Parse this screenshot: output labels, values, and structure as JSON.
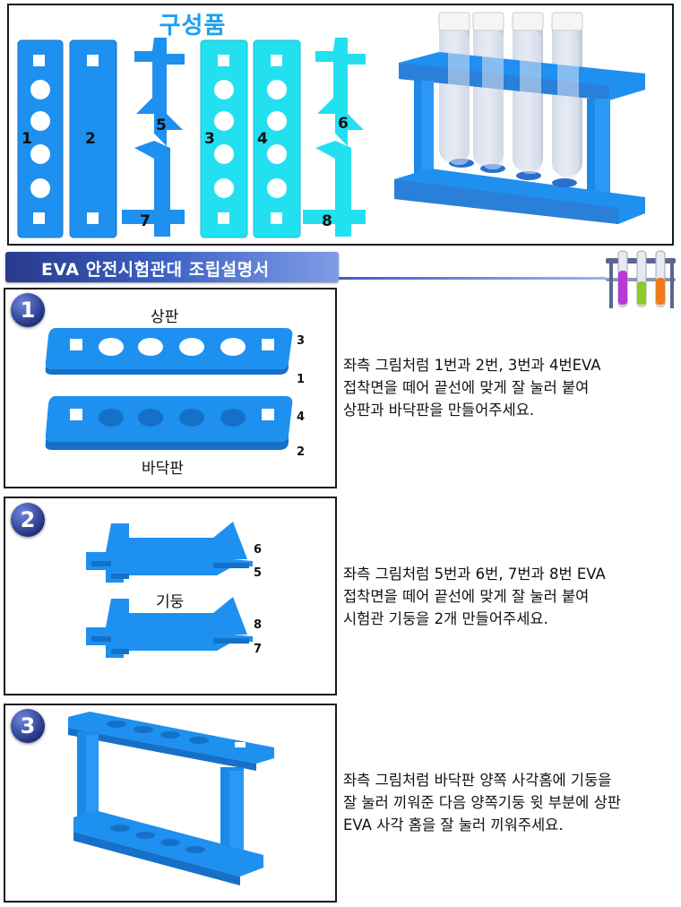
{
  "components": {
    "title": "구성품",
    "part_labels": [
      "1",
      "2",
      "3",
      "4",
      "5",
      "6",
      "7",
      "8"
    ]
  },
  "banner": {
    "title": "EVA 안전시험관대 조립설명서"
  },
  "steps": [
    {
      "number": "1",
      "labels": {
        "top": "상판",
        "bottom": "바닥판"
      },
      "piece_numbers": [
        "3",
        "1",
        "4",
        "2"
      ],
      "description": [
        "좌측 그림처럼 1번과 2번, 3번과 4번EVA",
        "접착면을 떼어 끝선에 맞게 잘 눌러 붙여",
        "상판과 바닥판을 만들어주세요."
      ]
    },
    {
      "number": "2",
      "labels": {
        "middle": "기둥"
      },
      "piece_numbers": [
        "6",
        "5",
        "8",
        "7"
      ],
      "description": [
        "좌측 그림처럼 5번과 6번, 7번과 8번 EVA",
        "접착면을 떼어 끝선에 맞게 잘 눌러 붙여",
        "시험관 기둥을 2개 만들어주세요."
      ]
    },
    {
      "number": "3",
      "description": [
        "좌측 그림처럼 바닥판 양쪽 사각홈에 기둥을",
        "잘 눌러 끼워준 다음 양쪽기둥 윗 부분에 상판",
        "EVA 사각 홈을 잘 눌러 끼워주세요."
      ]
    }
  ],
  "colors": {
    "blue": "#1e90f0",
    "cyan": "#22e0f0",
    "banner": "#2f4aa8"
  }
}
